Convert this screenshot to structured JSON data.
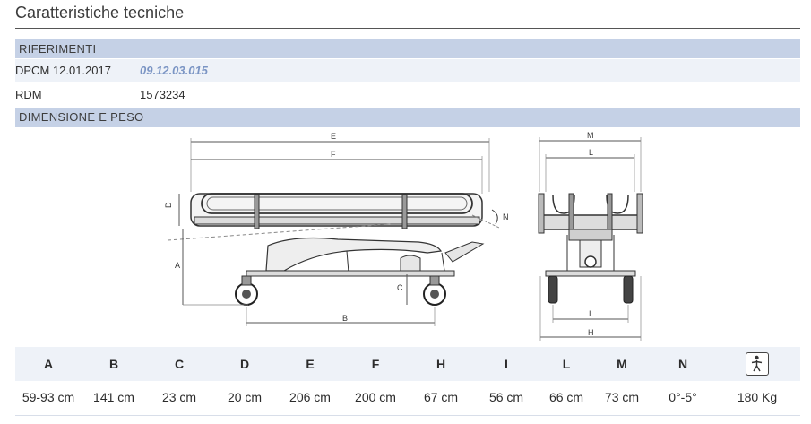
{
  "title": "Caratteristiche tecniche",
  "sections": {
    "references_label": "RIFERIMENTI",
    "dimensions_label": "DIMENSIONE E PESO"
  },
  "references": [
    {
      "key": "DPCM 12.01.2017",
      "value": "09.12.03.015"
    },
    {
      "key": "RDM",
      "value": "1573234"
    }
  ],
  "diagram_labels": {
    "E": "E",
    "F": "F",
    "D": "D",
    "N": "N",
    "A": "A",
    "C": "C",
    "B": "B",
    "M": "M",
    "L": "L",
    "I": "I",
    "H": "H"
  },
  "table": {
    "headers": [
      "A",
      "B",
      "C",
      "D",
      "E",
      "F",
      "H",
      "I",
      "L",
      "M",
      "N"
    ],
    "values": [
      "59-93 cm",
      "141 cm",
      "23 cm",
      "20 cm",
      "206 cm",
      "200 cm",
      "67 cm",
      "56 cm",
      "66 cm",
      "73 cm",
      "0°-5°",
      "180 Kg"
    ],
    "last_header_icon": "person-capacity-icon"
  },
  "colors": {
    "band": "#c5d1e6",
    "row_light": "#eef2f8",
    "link": "#7b95c4"
  }
}
